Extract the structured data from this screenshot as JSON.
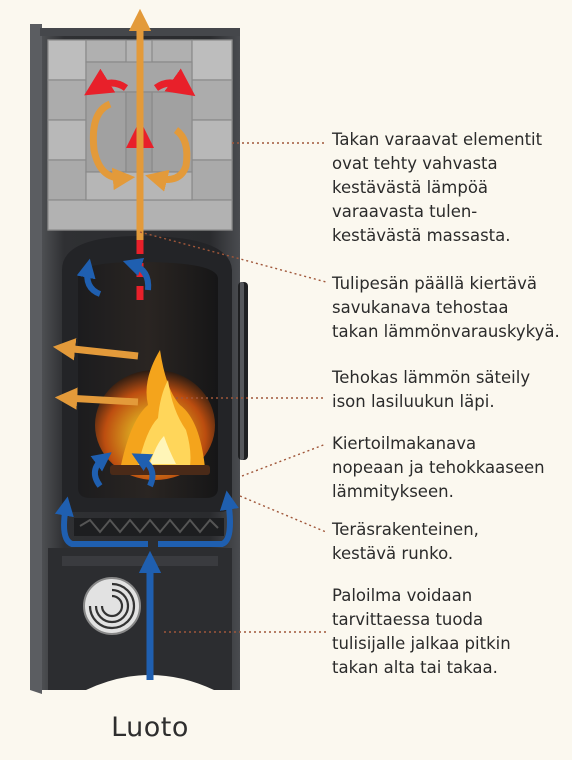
{
  "callouts": [
    {
      "text": "Takan varaavat elementit\novat tehty vahvasta\nkestävästä lämpöä\nvaraavasta tulen-\nkestävästä massasta."
    },
    {
      "text": "Tulipesän päällä kiertävä\nsavukanava tehostaa\ntakan lämmönvarauskykyä."
    },
    {
      "text": "Tehokas lämmön säteily\nison lasiluukun läpi."
    },
    {
      "text": "Kiertoilmakanava\nnopeaan ja tehokkaaseen\nlämmitykseen."
    },
    {
      "text": "Teräsrakenteinen,\nkestävä runko."
    },
    {
      "text": "Paloilma voidaan\ntarvittaessa tuoda\ntulisijalle jalkaa pitkin\ntakan alta tai takaa."
    }
  ],
  "caption": "Luoto",
  "colors": {
    "background": "#fbf8ef",
    "stove_body": "#2f3033",
    "stone": "#aeaeae",
    "smoke_arrow": "#e8202a",
    "heat_arrow": "#e39a3a",
    "air_arrow": "#1f5fb0",
    "leader_line": "#a0573a"
  }
}
